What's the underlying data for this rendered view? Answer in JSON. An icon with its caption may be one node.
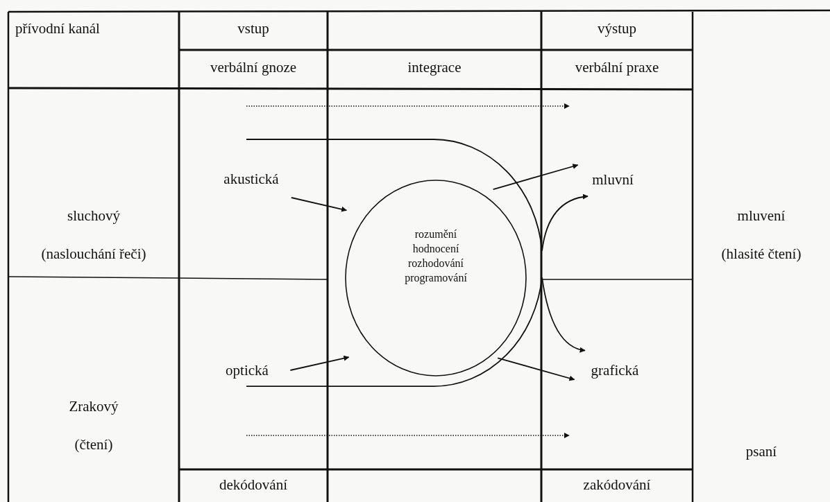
{
  "diagram": {
    "nodes": [
      {
        "text": [
          "akustická"
        ]
      },
      {
        "text": [
          "optická"
        ]
      },
      {
        "text": [
          "rozumění",
          "hodnocení",
          "rozhodování",
          "programování"
        ]
      },
      {
        "text": [
          "mluvní"
        ]
      },
      {
        "text": [
          "grafická"
        ]
      }
    ],
    "edges": [
      {
        "from": null,
        "to": 3,
        "arrow": "to"
      },
      {
        "from": 0,
        "to": 2,
        "arrow": "to"
      },
      {
        "from": 2,
        "to": 3,
        "arrow": "to"
      },
      {
        "from": 2,
        "to": 4,
        "arrow": "to"
      },
      {
        "from": 1,
        "to": 2,
        "arrow": "to"
      },
      {
        "from": 1,
        "to": 4,
        "arrow": "to"
      }
    ],
    "labels": [
      "přívodní kanál",
      "vstup",
      "výstup",
      "verbální gnoze",
      "integrace",
      "verbální praxe",
      "sluchový",
      "(naslouchání řeči)",
      "mluvení",
      "(hlasité čtení)",
      "Zrakový",
      "(čtení)",
      "psaní",
      "dekódování",
      "zakódování"
    ]
  }
}
